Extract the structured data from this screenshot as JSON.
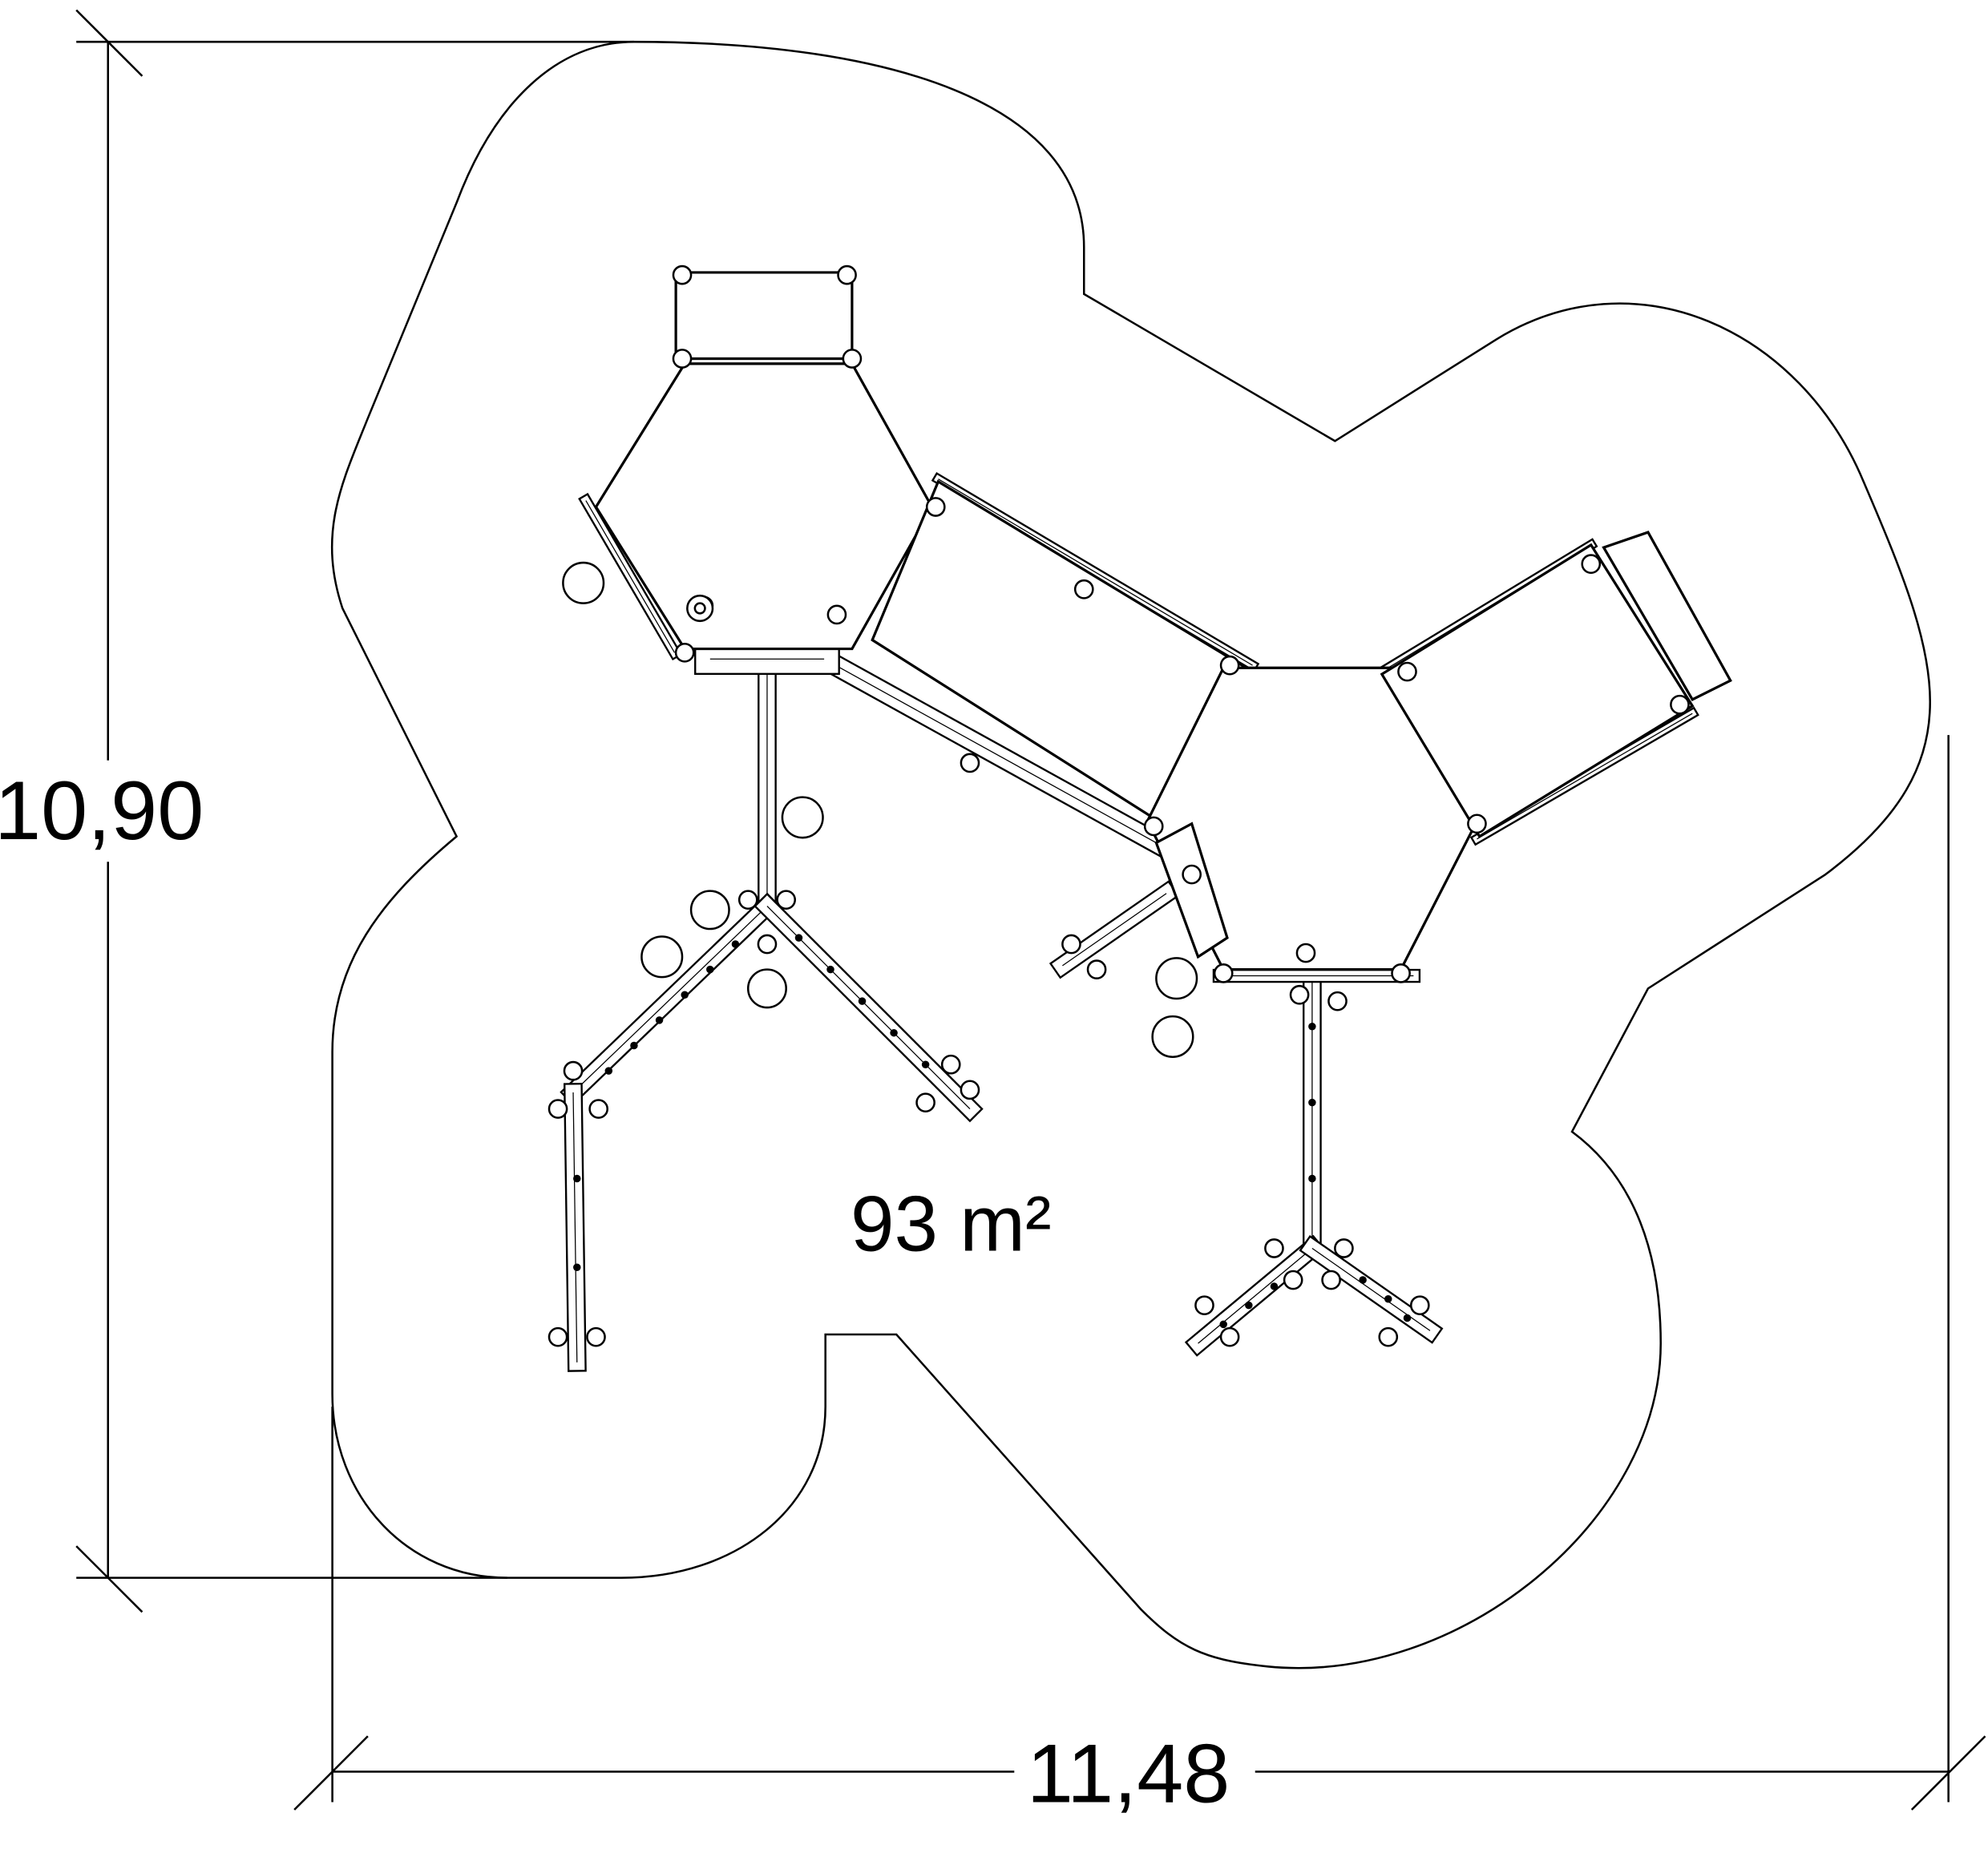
{
  "drawing": {
    "height_dimension": "10,90",
    "width_dimension": "11,48",
    "area_label": "93 m²"
  },
  "colors": {
    "stroke": "#000000",
    "background": "#ffffff"
  }
}
